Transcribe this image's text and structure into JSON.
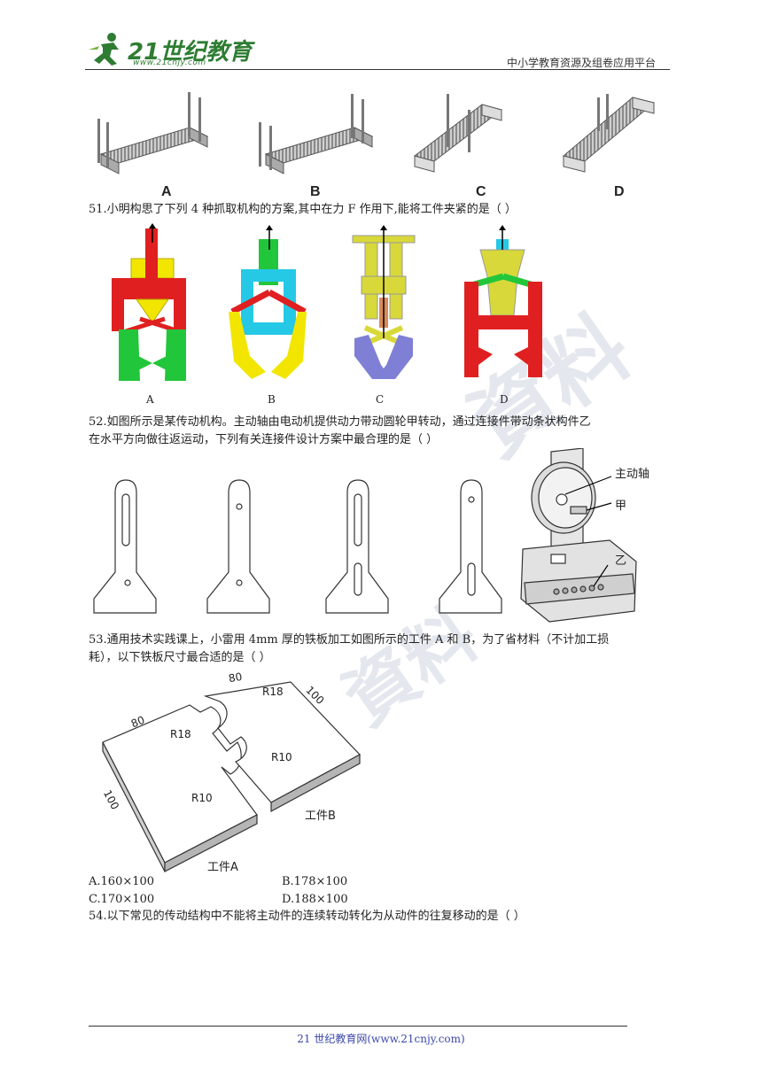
{
  "header": {
    "logo_text": "21世纪教育",
    "logo_url": "www.21cnjy.com",
    "right_text": "中小学教育资源及组卷应用平台"
  },
  "figure_top_labels": [
    "A",
    "B",
    "C",
    "D"
  ],
  "q51": {
    "text": "51.小明构思了下列 4 种抓取机构的方案,其中在力 F 作用下,能将工件夹紧的是（    ）",
    "labels": [
      "A",
      "B",
      "C",
      "D"
    ]
  },
  "q52": {
    "line1": "52.如图所示是某传动机构。主动轴由电动机提供动力带动圆轮甲转动，通过连接件带动条状构件乙",
    "line2": "在水平方向做往返运动，下列有关连接件设计方案中最合理的是（    ）",
    "callouts": [
      "主动轴",
      "甲",
      "乙"
    ]
  },
  "q53": {
    "line1": "53.通用技术实践课上，小雷用 4mm 厚的铁板加工如图所示的工件 A 和 B，为了省材料（不计加工损",
    "line2": "耗），以下铁板尺寸最合适的是（    ）",
    "dims": [
      "80",
      "100",
      "80",
      "100",
      "R18",
      "R18",
      "R10",
      "R10"
    ],
    "part_a": "工件A",
    "part_b": "工件B",
    "options": [
      "A.160×100",
      "B.178×100",
      "C.170×100",
      "D.188×100"
    ]
  },
  "q54": {
    "text": "54.以下常见的传动结构中不能将主动件的连续转动转化为从动件的往复移动的是（    ）"
  },
  "footer": {
    "text": "21 世纪教育网(www.21cnjy.com)"
  },
  "colors": {
    "red": "#e02020",
    "yellow": "#f2e600",
    "green": "#22c63a",
    "cyan": "#25c9e6",
    "purple": "#7f7fd6",
    "olive": "#d8d83a",
    "brand_green": "#2e7d32",
    "footer_blue": "#3b49a8"
  }
}
